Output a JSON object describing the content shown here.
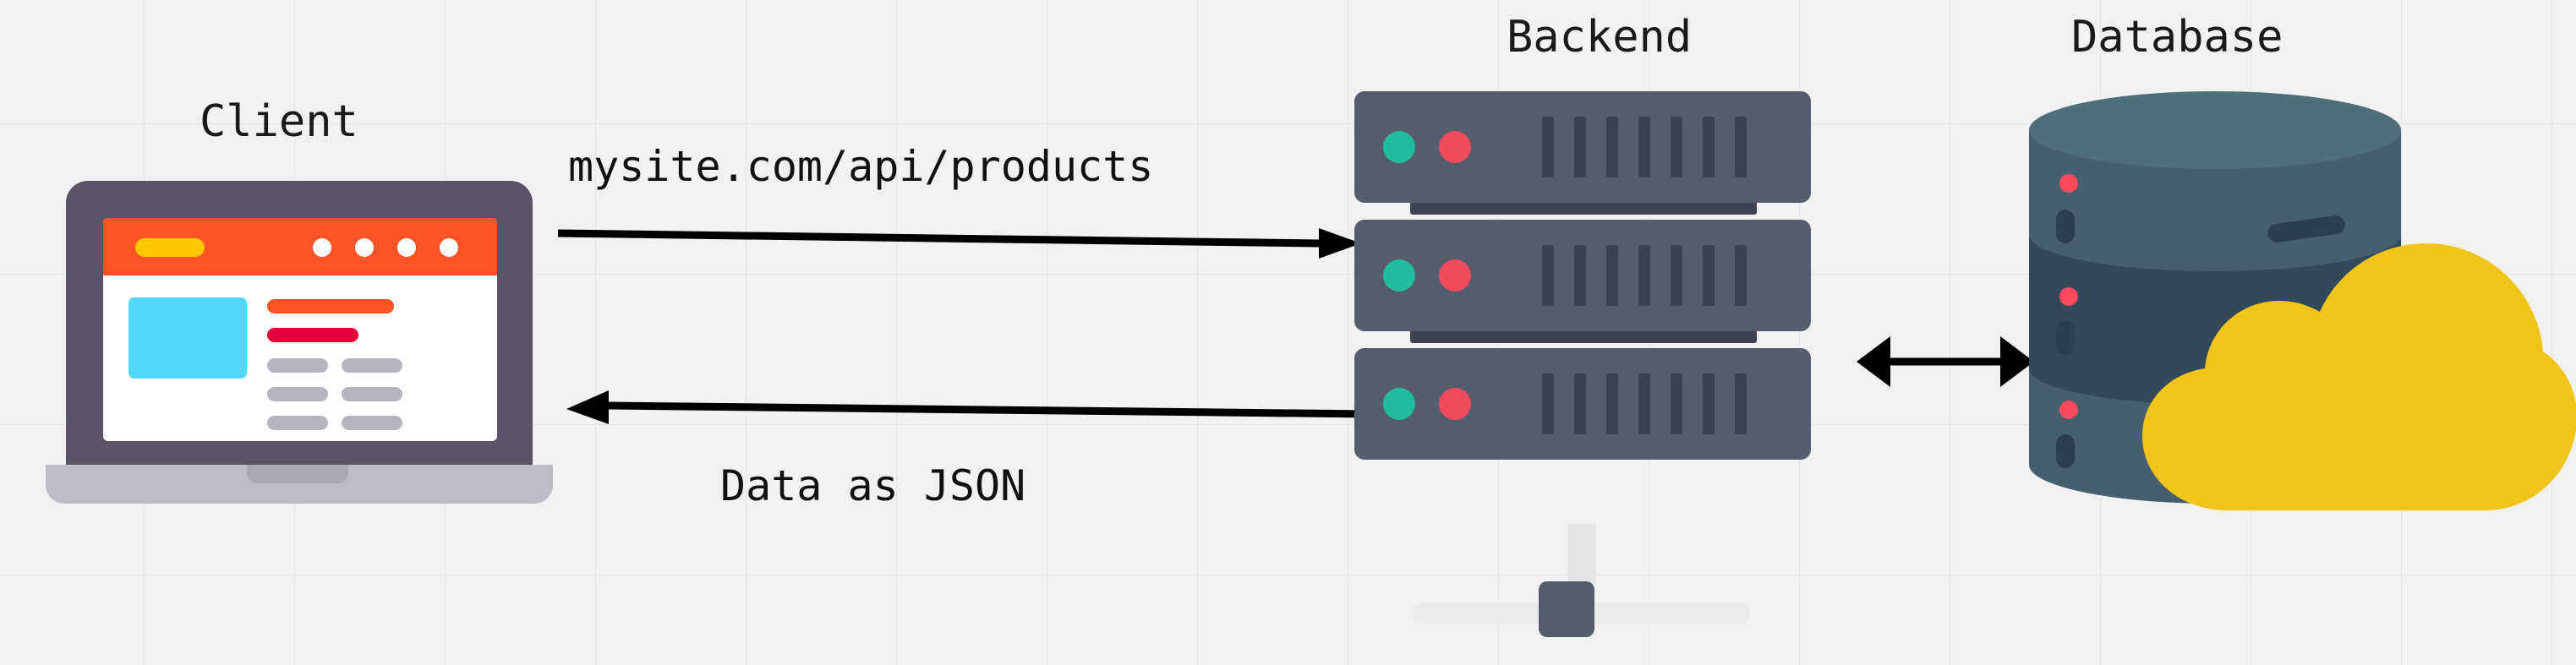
{
  "diagram": {
    "title_nodes": {
      "client": "Client",
      "backend": "Backend",
      "database": "Database"
    },
    "edges": {
      "request": "mysite.com/api/products",
      "response": "Data as JSON"
    },
    "icons": {
      "client": "laptop-icon",
      "backend": "server-rack-icon",
      "database": "database-cylinder-icon",
      "cloud": "cloud-icon",
      "request_arrow": "arrow-right-icon",
      "response_arrow": "arrow-left-icon",
      "db_link_arrow": "arrow-double-icon"
    },
    "colors": {
      "background": "#f1f1f1",
      "grid_line": "#e4e4e4",
      "laptop_bezel": "#5c5367",
      "laptop_base": "#bdbcc6",
      "browser_bar": "#fc5425",
      "browser_pill": "#ffc800",
      "content_image": "#53d8fb",
      "content_bar_orange": "#fc5425",
      "content_bar_red": "#e4003a",
      "content_bar_gray": "#b5b5c0",
      "server_body": "#555c6b",
      "server_vent": "#3c4250",
      "led_teal": "#20bba0",
      "led_red": "#ef4b5c",
      "db_light": "#4f7079",
      "db_mid": "#44606f",
      "db_dark": "#32485b",
      "db_dot_red": "#ff4a5e",
      "cloud_yellow": "#f0c419",
      "arrow": "#000000",
      "text": "#1a1a1a"
    },
    "laptop_screen": {
      "window_dots": 4,
      "content_bars": [
        {
          "name": "headline",
          "color": "#fc5425",
          "width": 150
        },
        {
          "name": "subline",
          "color": "#e4003a",
          "width": 108
        },
        {
          "name": "row1-left",
          "color": "#b5b5c0",
          "width": 72
        },
        {
          "name": "row1-right",
          "color": "#b5b5c0",
          "width": 72
        },
        {
          "name": "row2-left",
          "color": "#b5b5c0",
          "width": 72
        },
        {
          "name": "row2-right",
          "color": "#b5b5c0",
          "width": 72
        },
        {
          "name": "row3-left",
          "color": "#b5b5c0",
          "width": 72
        },
        {
          "name": "row3-right",
          "color": "#b5b5c0",
          "width": 72
        }
      ]
    },
    "server_racks": [
      {
        "leds": [
          "teal",
          "red"
        ],
        "vents": 7
      },
      {
        "leds": [
          "teal",
          "red"
        ],
        "vents": 7
      },
      {
        "leds": [
          "teal",
          "red"
        ],
        "vents": 7
      }
    ],
    "database_segments": [
      {
        "band": "light",
        "dot": "red",
        "slot": true
      },
      {
        "band": "dark",
        "dot": "red",
        "slot": true
      },
      {
        "band": "light",
        "dot": "red",
        "slot": true
      }
    ]
  }
}
